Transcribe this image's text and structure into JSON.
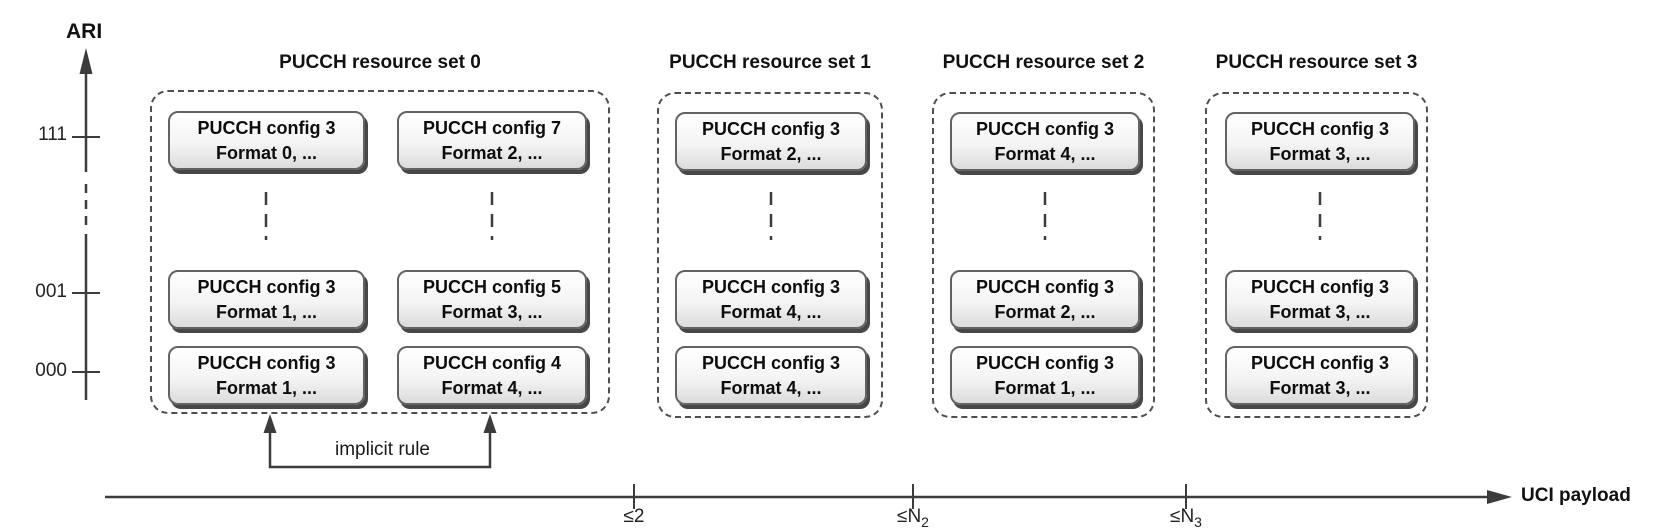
{
  "axes": {
    "y_label": "ARI",
    "x_label": "UCI payload",
    "y_ticks": [
      "111",
      "001",
      "000"
    ],
    "x_ticks": [
      {
        "main": "≤2",
        "sub": ""
      },
      {
        "main": "≤N",
        "sub": "2"
      },
      {
        "main": "≤N",
        "sub": "3"
      }
    ]
  },
  "annotation": {
    "implicit_rule": "implicit rule"
  },
  "colors": {
    "line": "#3c3c3c",
    "box_border": "#636363",
    "box_shadow": "#474747",
    "text": "#111111"
  },
  "sets": [
    {
      "title": "PUCCH resource set 0",
      "columns": [
        {
          "boxes": [
            {
              "line1": "PUCCH config 3",
              "line2": "Format 0, ..."
            },
            {
              "line1": "PUCCH config 3",
              "line2": "Format 1, ..."
            },
            {
              "line1": "PUCCH config 3",
              "line2": "Format 1, ..."
            }
          ]
        },
        {
          "boxes": [
            {
              "line1": "PUCCH config 7",
              "line2": "Format 2, ..."
            },
            {
              "line1": "PUCCH config 5",
              "line2": "Format 3, ..."
            },
            {
              "line1": "PUCCH config 4",
              "line2": "Format 4, ..."
            }
          ]
        }
      ]
    },
    {
      "title": "PUCCH resource set 1",
      "columns": [
        {
          "boxes": [
            {
              "line1": "PUCCH config 3",
              "line2": "Format 2, ..."
            },
            {
              "line1": "PUCCH config 3",
              "line2": "Format 4, ..."
            },
            {
              "line1": "PUCCH config 3",
              "line2": "Format 4, ..."
            }
          ]
        }
      ]
    },
    {
      "title": "PUCCH resource set 2",
      "columns": [
        {
          "boxes": [
            {
              "line1": "PUCCH config 3",
              "line2": "Format 4, ..."
            },
            {
              "line1": "PUCCH config 3",
              "line2": "Format 2, ..."
            },
            {
              "line1": "PUCCH config 3",
              "line2": "Format 1, ..."
            }
          ]
        }
      ]
    },
    {
      "title": "PUCCH resource set 3",
      "columns": [
        {
          "boxes": [
            {
              "line1": "PUCCH config 3",
              "line2": "Format 3, ..."
            },
            {
              "line1": "PUCCH config 3",
              "line2": "Format 3, ..."
            },
            {
              "line1": "PUCCH config 3",
              "line2": "Format 3, ..."
            }
          ]
        }
      ]
    }
  ]
}
